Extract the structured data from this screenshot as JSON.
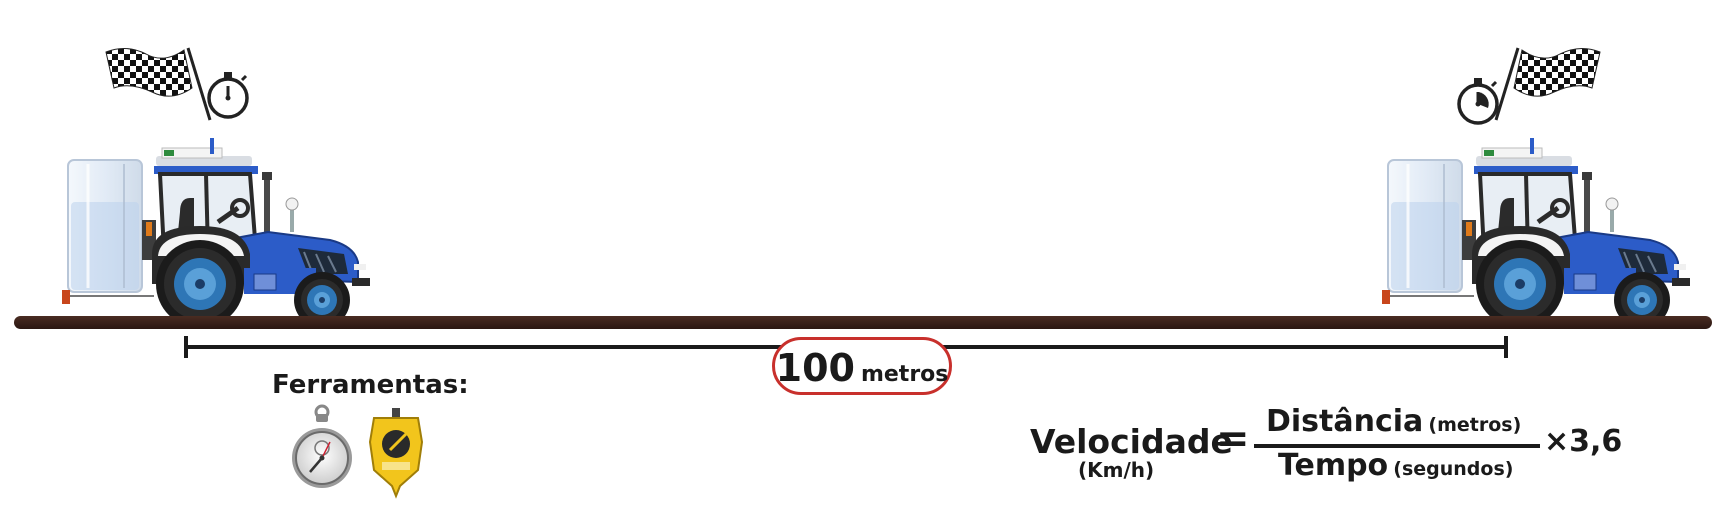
{
  "distance": {
    "value": "100",
    "unit": "metros"
  },
  "tools": {
    "title": "Ferramentas:",
    "items": [
      "stopwatch",
      "measuring-tape"
    ]
  },
  "formula": {
    "lhs": "Velocidade",
    "lhs_unit": "(Km/h)",
    "equals": "=",
    "numerator": "Distância",
    "numerator_unit": "(metros)",
    "denominator": "Tempo",
    "denominator_unit": "(segundos)",
    "multiplier": "×3,6"
  },
  "icons": [
    "checkered-flag-icon",
    "stopwatch-icon",
    "tractor-sprayer",
    "tape-measure-icon"
  ],
  "colors": {
    "ground": "#3a211a",
    "tractor_body": "#2c5cc8",
    "tank": "#dfe8f4",
    "badge_border": "#c8302c",
    "tape_yellow": "#f2c51c"
  }
}
